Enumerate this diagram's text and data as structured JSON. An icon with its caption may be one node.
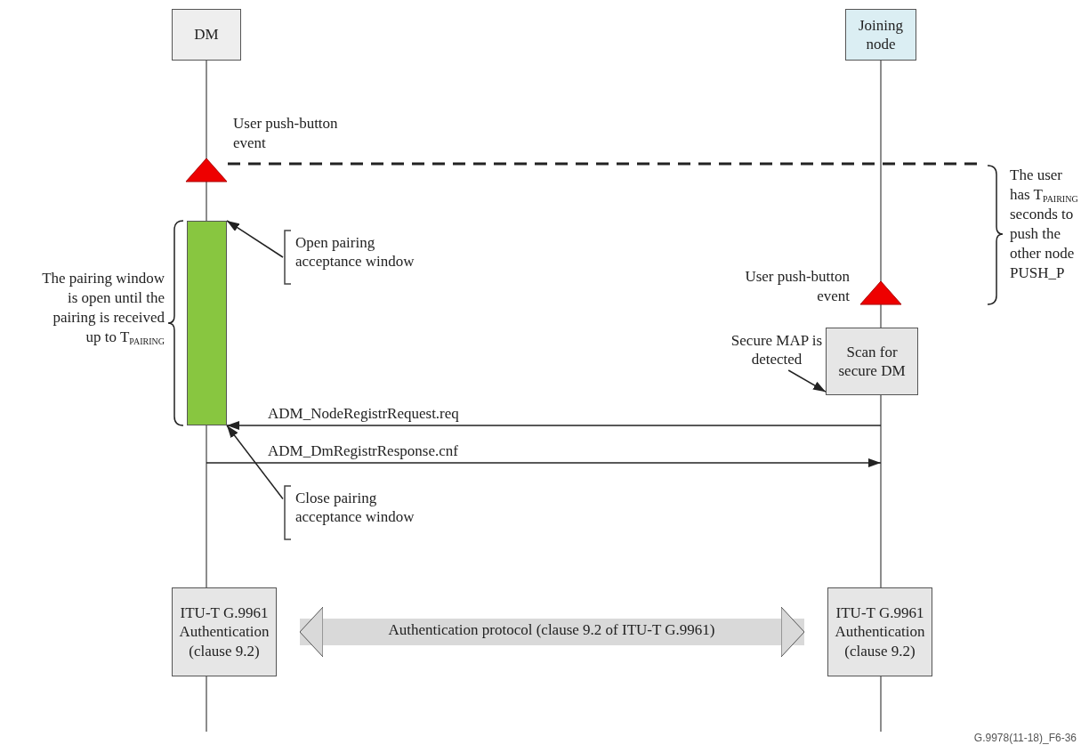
{
  "diagram": {
    "nodes": [
      {
        "text": [
          "DM"
        ]
      },
      {
        "text": [
          "Joining node"
        ]
      },
      {
        "text": [],
        "shape": "triangle",
        "beside": [
          "User push-button event"
        ]
      },
      {
        "text": [],
        "shape": "bar"
      },
      {
        "text": [
          "Open pairing acceptance window"
        ]
      },
      {
        "text": [],
        "shape": "triangle",
        "beside": [
          "User push-button event"
        ]
      },
      {
        "text": [
          "Secure MAP is detected"
        ]
      },
      {
        "text": [
          "Scan for secure DM"
        ]
      },
      {
        "text": [
          "Close pairing acceptance window"
        ]
      },
      {
        "text": [
          "ITU-T G.9961 Authentication (clause 9.2)"
        ]
      },
      {
        "text": [
          "ITU-T G.9961 Authentication (clause 9.2)"
        ]
      },
      {
        "text": [],
        "shape": "line"
      },
      {
        "text": [],
        "shape": "line"
      }
    ],
    "edges": [
      {
        "from": 2,
        "to": null,
        "arrow": "none",
        "style": "dashed"
      },
      {
        "from": 4,
        "to": 3,
        "arrow": "to"
      },
      {
        "from": 6,
        "to": 7,
        "arrow": "to"
      },
      {
        "from": 12,
        "to": 3,
        "arrow": "to",
        "label": "ADM_NodeRegistrRequest.req"
      },
      {
        "from": 11,
        "to": 12,
        "arrow": "to",
        "label": "ADM_DmRegistrResponse.cnf"
      },
      {
        "from": 8,
        "to": 3,
        "arrow": "to"
      },
      {
        "from": 9,
        "to": 10,
        "arrow": "both",
        "style": "thick",
        "color": "#d9d9d9",
        "label": "Authentication protocol (clause 9.2 of ITU-T G.9961)"
      }
    ],
    "labels": [
      "The user has T$_{PAIRING}$ seconds to push the other node PUSH_P",
      "The pairing window is open until the pairing is received up to T$_{PAIRING}$",
      "G.9978(11-18)_F6-36"
    ]
  }
}
